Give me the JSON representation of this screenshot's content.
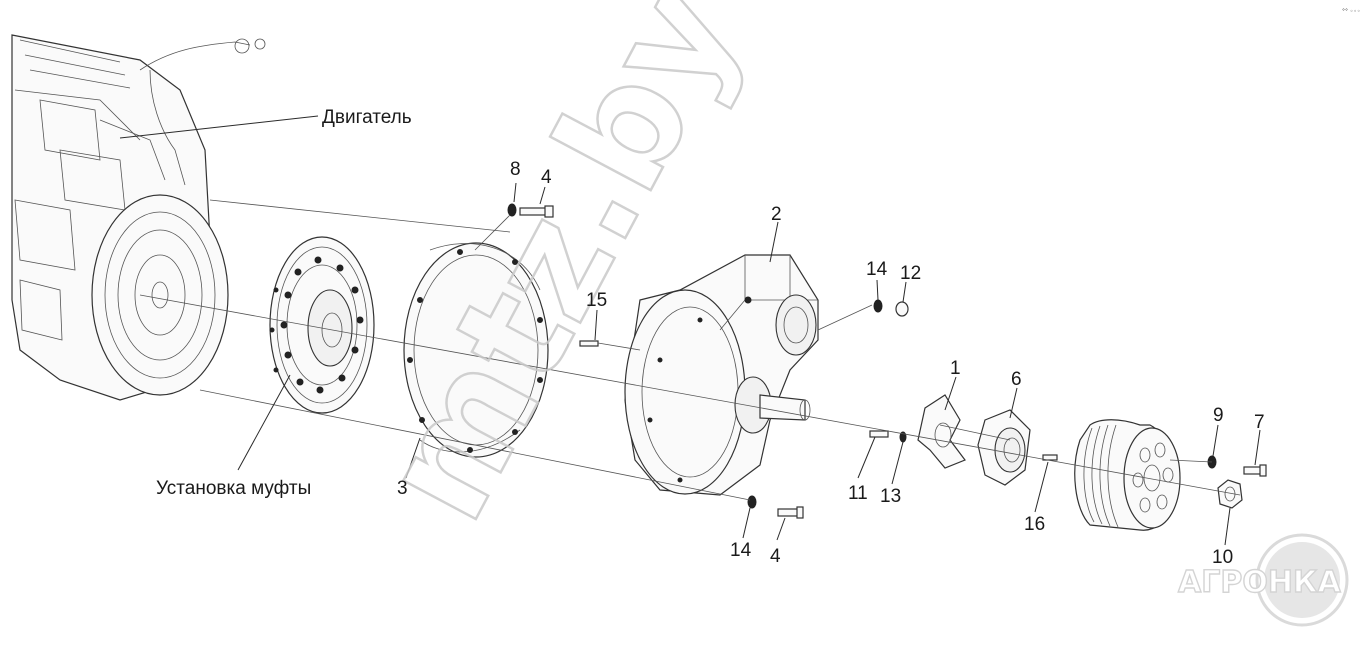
{
  "labels": {
    "engine": "Двигатель",
    "clutch_assembly": "Установка муфты"
  },
  "callouts": {
    "c1": "1",
    "c2": "2",
    "c3": "3",
    "c4_top": "4",
    "c4_bottom": "4",
    "c6": "6",
    "c7": "7",
    "c8": "8",
    "c9": "9",
    "c10": "10",
    "c11": "11",
    "c12": "12",
    "c13": "13",
    "c14_top": "14",
    "c14_bottom": "14",
    "c15": "15",
    "c16": "16"
  },
  "watermark": {
    "text": "mtz.by"
  },
  "logo": {
    "text": "АГРОНКА"
  },
  "corner_mark": "°° ◦◦◦"
}
